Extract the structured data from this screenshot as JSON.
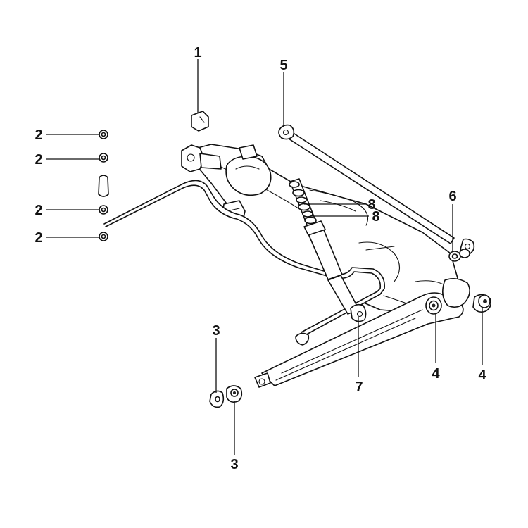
{
  "labels": {
    "c1": "1",
    "c2a": "2",
    "c2b": "2",
    "c2c": "2",
    "c2d": "2",
    "c3a": "3",
    "c3b": "3",
    "c4a": "4",
    "c4b": "4",
    "c5": "5",
    "c6": "6",
    "c7": "7",
    "c8a": "8",
    "c8b": "8"
  },
  "colors": {
    "ink": "#111111",
    "paper": "#ffffff"
  }
}
